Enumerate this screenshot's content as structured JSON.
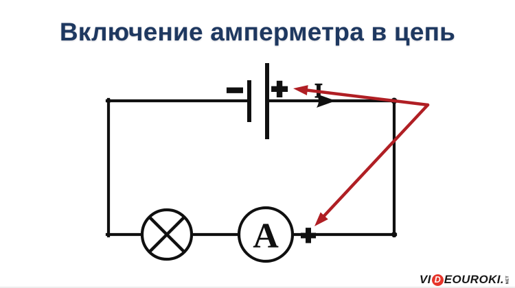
{
  "title": "Включение амперметра в цепь",
  "colors": {
    "background": "#ffffff",
    "title-navy": "#1e3860",
    "ink": "#101010",
    "accent-red": "#b01f24",
    "logo-red": "#e6352b",
    "logo-ink": "#171717"
  },
  "circuit": {
    "battery": {
      "minus": "−",
      "plus": "+"
    },
    "current_label": "I",
    "ammeter": {
      "label": "A",
      "plus": "+"
    }
  },
  "logo": {
    "pre": "VI",
    "d": "D",
    "post": "EOUROKI.",
    "tld": "NET"
  }
}
